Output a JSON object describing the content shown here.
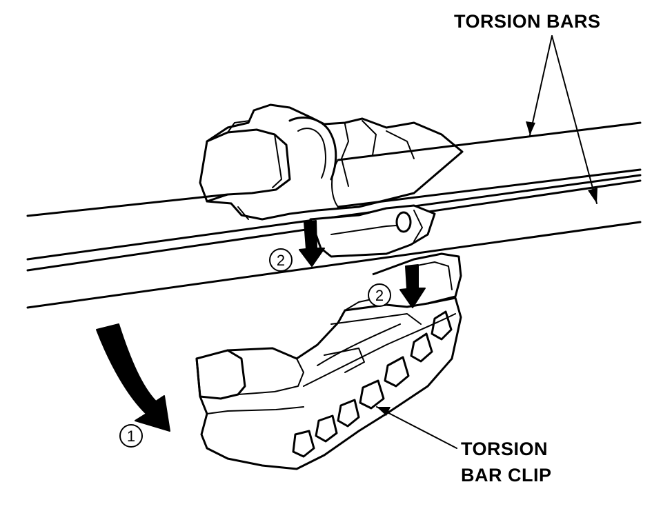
{
  "labels": {
    "torsion_bars": "TORSION BARS",
    "torsion_bar_clip_line1": "TORSION",
    "torsion_bar_clip_line2": "BAR CLIP"
  },
  "steps": {
    "step1": "1",
    "step2a": "2",
    "step2b": "2"
  }
}
